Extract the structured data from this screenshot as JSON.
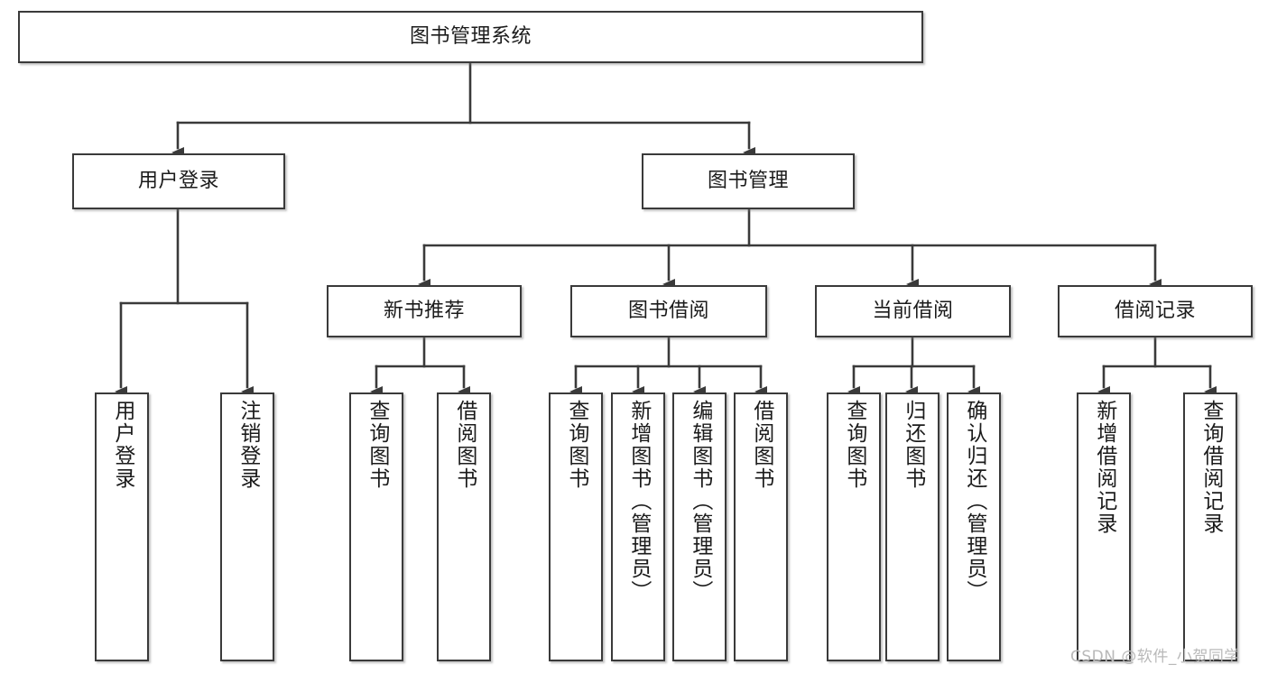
{
  "diagram": {
    "title": "图书管理系统",
    "type": "tree-structure-chart",
    "root": {
      "id": "root",
      "label": "图书管理系统"
    },
    "level2": [
      {
        "id": "user-login",
        "label": "用户登录"
      },
      {
        "id": "book-manage",
        "label": "图书管理"
      }
    ],
    "level3": [
      {
        "id": "new-book-recommend",
        "label": "新书推荐"
      },
      {
        "id": "book-borrow",
        "label": "图书借阅"
      },
      {
        "id": "current-borrow",
        "label": "当前借阅"
      },
      {
        "id": "borrow-record",
        "label": "借阅记录"
      }
    ],
    "leaves": {
      "user_login": [
        {
          "id": "leaf-user-login",
          "label": "用户登录"
        },
        {
          "id": "leaf-logout-login",
          "label": "注销登录"
        }
      ],
      "new_book_recommend": [
        {
          "id": "leaf-query-book-1",
          "label": "查询图书"
        },
        {
          "id": "leaf-borrow-book-1",
          "label": "借阅图书"
        }
      ],
      "book_borrow": [
        {
          "id": "leaf-query-book-2",
          "label": "查询图书"
        },
        {
          "id": "leaf-add-book",
          "label": "新增图书（管理员）"
        },
        {
          "id": "leaf-edit-book",
          "label": "编辑图书（管理员）"
        },
        {
          "id": "leaf-borrow-book-2",
          "label": "借阅图书"
        }
      ],
      "current_borrow": [
        {
          "id": "leaf-query-book-3",
          "label": "查询图书"
        },
        {
          "id": "leaf-return-book",
          "label": "归还图书"
        },
        {
          "id": "leaf-confirm-return",
          "label": "确认归还（管理员）"
        }
      ],
      "borrow_record": [
        {
          "id": "leaf-add-record",
          "label": "新增借阅记录"
        },
        {
          "id": "leaf-query-record",
          "label": "查询借阅记录"
        }
      ]
    },
    "colors": {
      "border": "#3a3a3a",
      "fill": "#ffffff",
      "text": "#1b1b1b",
      "edge": "#3a3a3a",
      "watermark": "#b9b9b9"
    }
  },
  "watermark": {
    "text": "CSDN @软件_小贺同学"
  }
}
